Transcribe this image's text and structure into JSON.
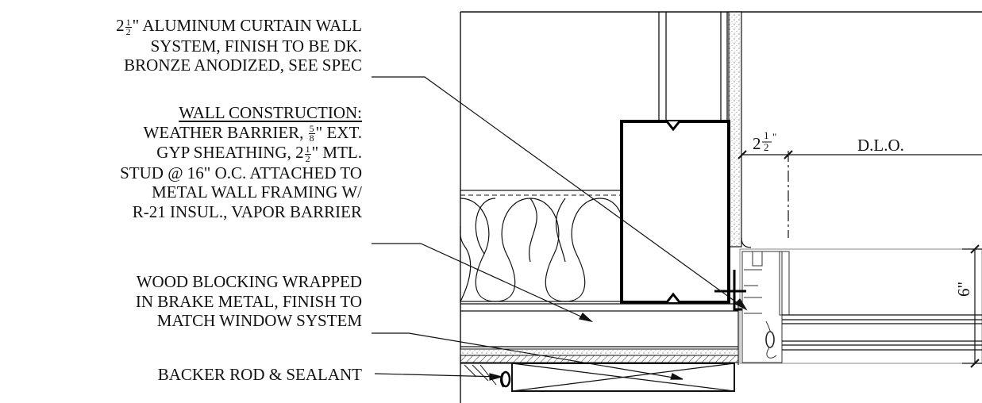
{
  "notes": {
    "curtain_wall": {
      "l1_pre": "2",
      "l1_frac_num": "1",
      "l1_frac_den": "2",
      "l1_post": "\" ALUMINUM CURTAIN WALL",
      "l2": "SYSTEM, FINISH TO BE DK.",
      "l3": "BRONZE ANODIZED, SEE SPEC"
    },
    "wall_construction": {
      "heading": "WALL CONSTRUCTION:",
      "l1_pre": "WEATHER BARRIER,",
      "l1_frac_num": "5",
      "l1_frac_den": "8",
      "l1_post": "\" EXT.",
      "l2_pre": "GYP SHEATHING, 2",
      "l2_frac_num": "1",
      "l2_frac_den": "2",
      "l2_post": "\" MTL.",
      "l3": "STUD @ 16\" O.C. ATTACHED TO",
      "l4": "METAL WALL FRAMING W/",
      "l5": "R-21 INSUL., VAPOR BARRIER"
    },
    "wood_blocking": {
      "l1": "WOOD BLOCKING WRAPPED",
      "l2": "IN BRAKE METAL, FINISH TO",
      "l3": "MATCH WINDOW SYSTEM"
    },
    "backer_rod": {
      "l1": "BACKER ROD & SEALANT"
    }
  },
  "dimensions": {
    "edge_whole": "2",
    "edge_num": "1",
    "edge_den": "2",
    "edge_unit": "\"",
    "dlo": "D.L.O.",
    "height": "6\""
  }
}
